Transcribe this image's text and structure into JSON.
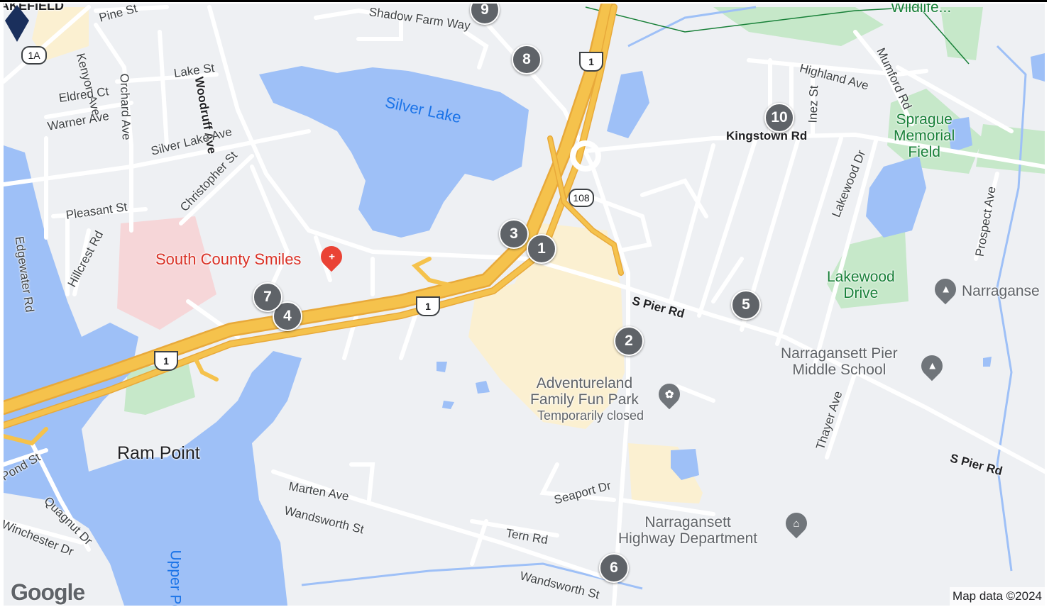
{
  "colors": {
    "land": "#eef0f3",
    "water": "#9ec0f7",
    "highway": "#f5c24c",
    "highway_edge": "#e8a93a",
    "road": "#ffffff",
    "park": "#c6e8c9",
    "medical": "#f6d6d8",
    "commercial": "#fbf0d1",
    "marker": "#5f6368",
    "pin": "#1a2f5c"
  },
  "roads": {
    "pine": "Pine St",
    "shadow_farm": "Shadow Farm Way",
    "kenyon": "Kenyon Ave",
    "orchard": "Orchard Ave",
    "woodruff": "Woodruff Ave",
    "lake": "Lake St",
    "eldred": "Eldred Ct",
    "warner": "Warner Ave",
    "silver_lake_ave": "Silver Lake Ave",
    "christopher": "Christopher St",
    "pleasant": "Pleasant St",
    "edgewater": "Edgewater Rd",
    "hillcrest": "Hillcrest Rd",
    "highland": "Highland Ave",
    "mumford": "Mumford Rd",
    "inez": "Inez St",
    "kingstown": "Kingstown Rd",
    "lakewood_dr": "Lakewood Dr",
    "prospect": "Prospect Ave",
    "s_pier_1": "S Pier Rd",
    "s_pier_2": "S Pier Rd",
    "thayer": "Thayer Ave",
    "seaport": "Seaport Dr",
    "tern": "Tern Rd",
    "marten": "Marten Ave",
    "wandsworth_1": "Wandsworth St",
    "wandsworth_2": "Wandsworth St",
    "pond": "Pond St",
    "quagnut": "Quagnut Dr",
    "winchester": "Winchester Dr"
  },
  "water": {
    "silver_lake": "Silver Lake",
    "upper_pond": "Upper Pond"
  },
  "places": {
    "ram_point": "Ram Point",
    "wildlife": "Wildlife...",
    "top_left_cut": "AKEFIELD"
  },
  "pois": {
    "south_county_smiles": "South County Smiles",
    "adventureland": "Adventureland\nFamily Fun Park",
    "adventureland_status": "Temporarily closed",
    "sprague": "Sprague\nMemorial\nField",
    "lakewood_drive": "Lakewood\nDrive",
    "narragansett_cut": "Narraganse",
    "np_middle": "Narragansett Pier\nMiddle School",
    "highway_dept": "Narragansett\nHighway Department"
  },
  "shields": {
    "ri_1a": "1A",
    "us1_top": "1",
    "us1_mid": "1",
    "us1_left": "1",
    "ri_108": "108"
  },
  "markers": [
    "1",
    "2",
    "3",
    "4",
    "5",
    "6",
    "7",
    "8",
    "9",
    "10"
  ],
  "attribution": "Map data ©2024",
  "logo": "Google"
}
